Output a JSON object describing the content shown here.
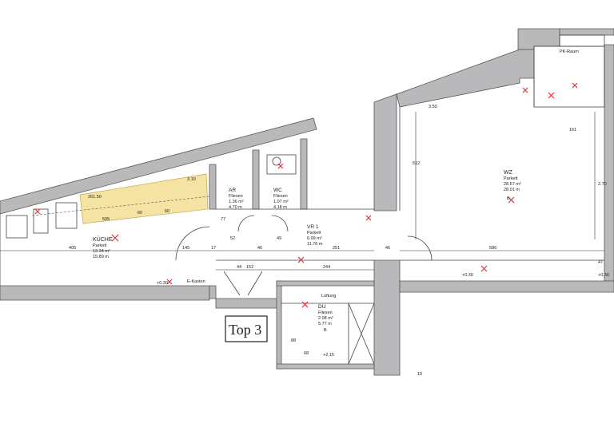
{
  "rooms": {
    "kueche": {
      "name": "KÜCHE",
      "floor": "Parkett",
      "area": "13.34 m²",
      "perimeter": "15.89 m"
    },
    "ar": {
      "name": "AR",
      "floor": "Fliesen",
      "area": "1.36 m²",
      "perimeter": "4.70 m"
    },
    "wc": {
      "name": "WC",
      "floor": "Fliesen",
      "area": "1.07 m²",
      "perimeter": "4.18 m"
    },
    "vr": {
      "name": "VR 1",
      "floor": "Parkett",
      "area": "6.99 m²",
      "perimeter": "11.76 m"
    },
    "wz": {
      "name": "WZ",
      "floor": "Parkett",
      "area": "28.57 m²",
      "perimeter": "28.01 m"
    },
    "du": {
      "name": "DU",
      "floor": "Fliesen",
      "area": "2.08 m²",
      "perimeter": "5.77 m"
    },
    "pk": {
      "name": "PK-Raum"
    }
  },
  "labels": {
    "e_kasten": "E-Kasten",
    "lueftung": "Lüftung",
    "top": "Top 3",
    "level_left": "+0.30",
    "level_mid": "+0.30",
    "level_right": "+0.30",
    "level_top": "3.50",
    "level_du": "+2.15",
    "section": "B",
    "section_wz": "B",
    "wz_height": "2.70",
    "corner_num": "10"
  },
  "dimensions": {
    "k_total": "405",
    "k_a": "145",
    "k_b": "17",
    "k_c": "46",
    "k_d": "251",
    "k_e": "46",
    "wz_width": "586",
    "wz_right": "47",
    "k_row1": "505",
    "k_row2": "60",
    "k_row3": "60",
    "ar_w": "52",
    "ar_h": "77",
    "wc_w": "49",
    "vr_a": "44",
    "vr_b": "152",
    "vr_c": "244",
    "top_a": "3.10",
    "top_b": "261.50",
    "wz_v": "512",
    "wz_v2": "161",
    "du_a": "88",
    "du_b": "68"
  }
}
